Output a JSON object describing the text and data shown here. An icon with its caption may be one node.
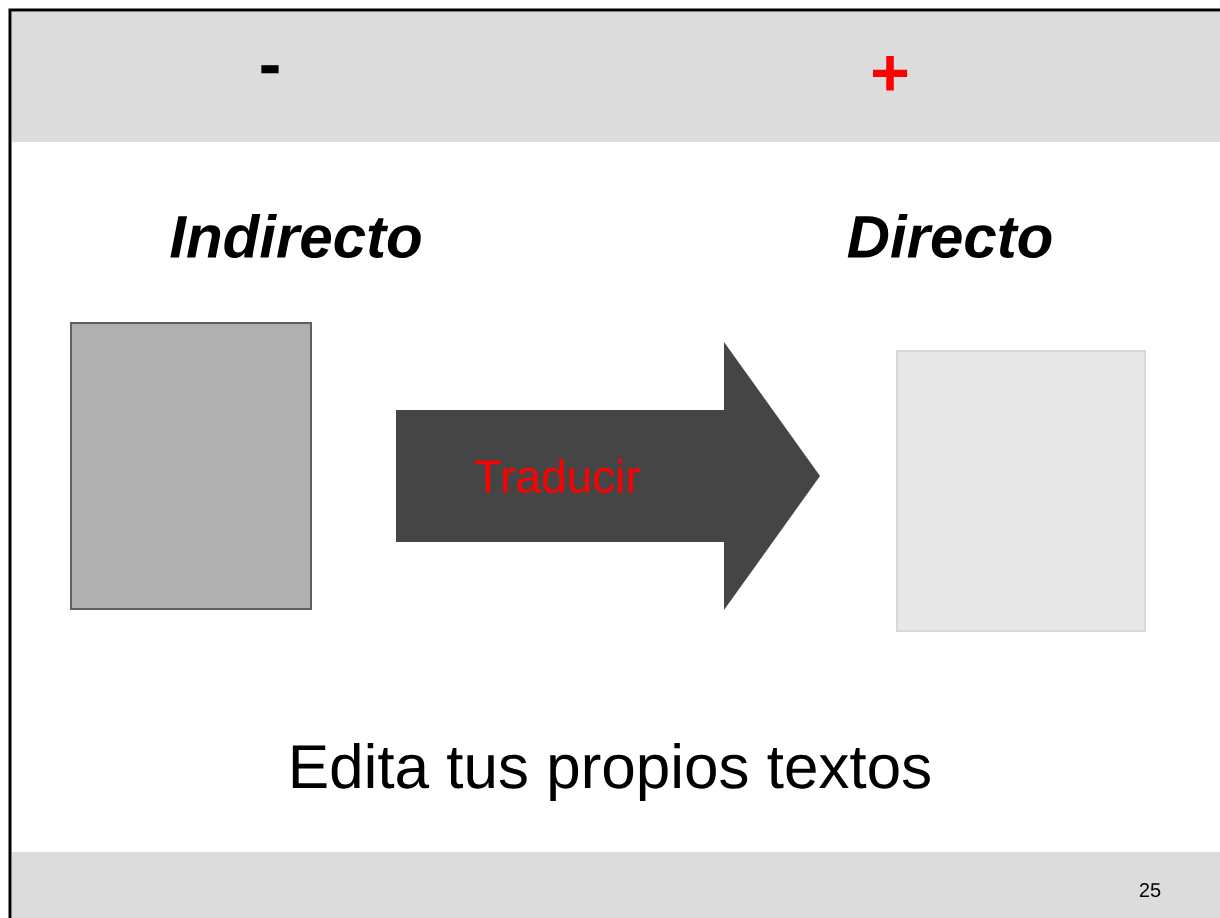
{
  "diagram": {
    "nodes": [
      {
        "text": [
          "Indirecto"
        ]
      },
      {
        "text": [
          "Directo"
        ]
      }
    ],
    "edges": [
      {
        "from": 0,
        "to": 1,
        "arrow": "to",
        "label": "Traducir"
      }
    ],
    "labels": [
      "-",
      "+",
      "Edita tus propios textos",
      "25"
    ]
  }
}
